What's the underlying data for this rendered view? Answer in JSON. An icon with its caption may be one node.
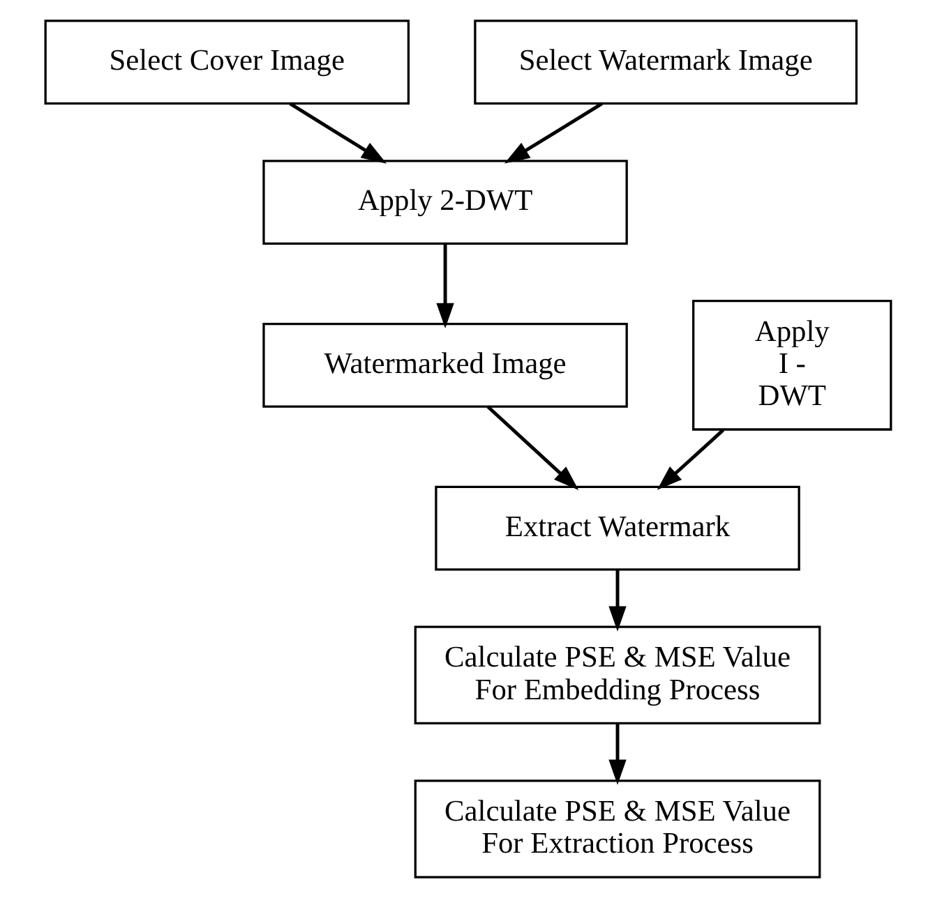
{
  "diagram": {
    "nodes": [
      {
        "text": [
          "Select Cover Image"
        ]
      },
      {
        "text": [
          "Select Watermark Image"
        ]
      },
      {
        "text": [
          "Apply 2-DWT"
        ]
      },
      {
        "text": [
          "Watermarked Image"
        ]
      },
      {
        "text": [
          "Apply I - DWT"
        ]
      },
      {
        "text": [
          "Extract Watermark"
        ]
      },
      {
        "text": [
          "Calculate PSE & MSE Value For Embedding Process"
        ]
      },
      {
        "text": [
          "Calculate PSE & MSE Value For Extraction Process"
        ]
      }
    ],
    "edges": [
      {
        "from": 0,
        "to": 2,
        "arrow": "to"
      },
      {
        "from": 1,
        "to": 2,
        "arrow": "to"
      },
      {
        "from": 2,
        "to": 3,
        "arrow": "to"
      },
      {
        "from": 3,
        "to": 5,
        "arrow": "to"
      },
      {
        "from": 4,
        "to": 5,
        "arrow": "to"
      },
      {
        "from": 5,
        "to": 6,
        "arrow": "to"
      },
      {
        "from": 6,
        "to": 7,
        "arrow": "to"
      }
    ]
  }
}
